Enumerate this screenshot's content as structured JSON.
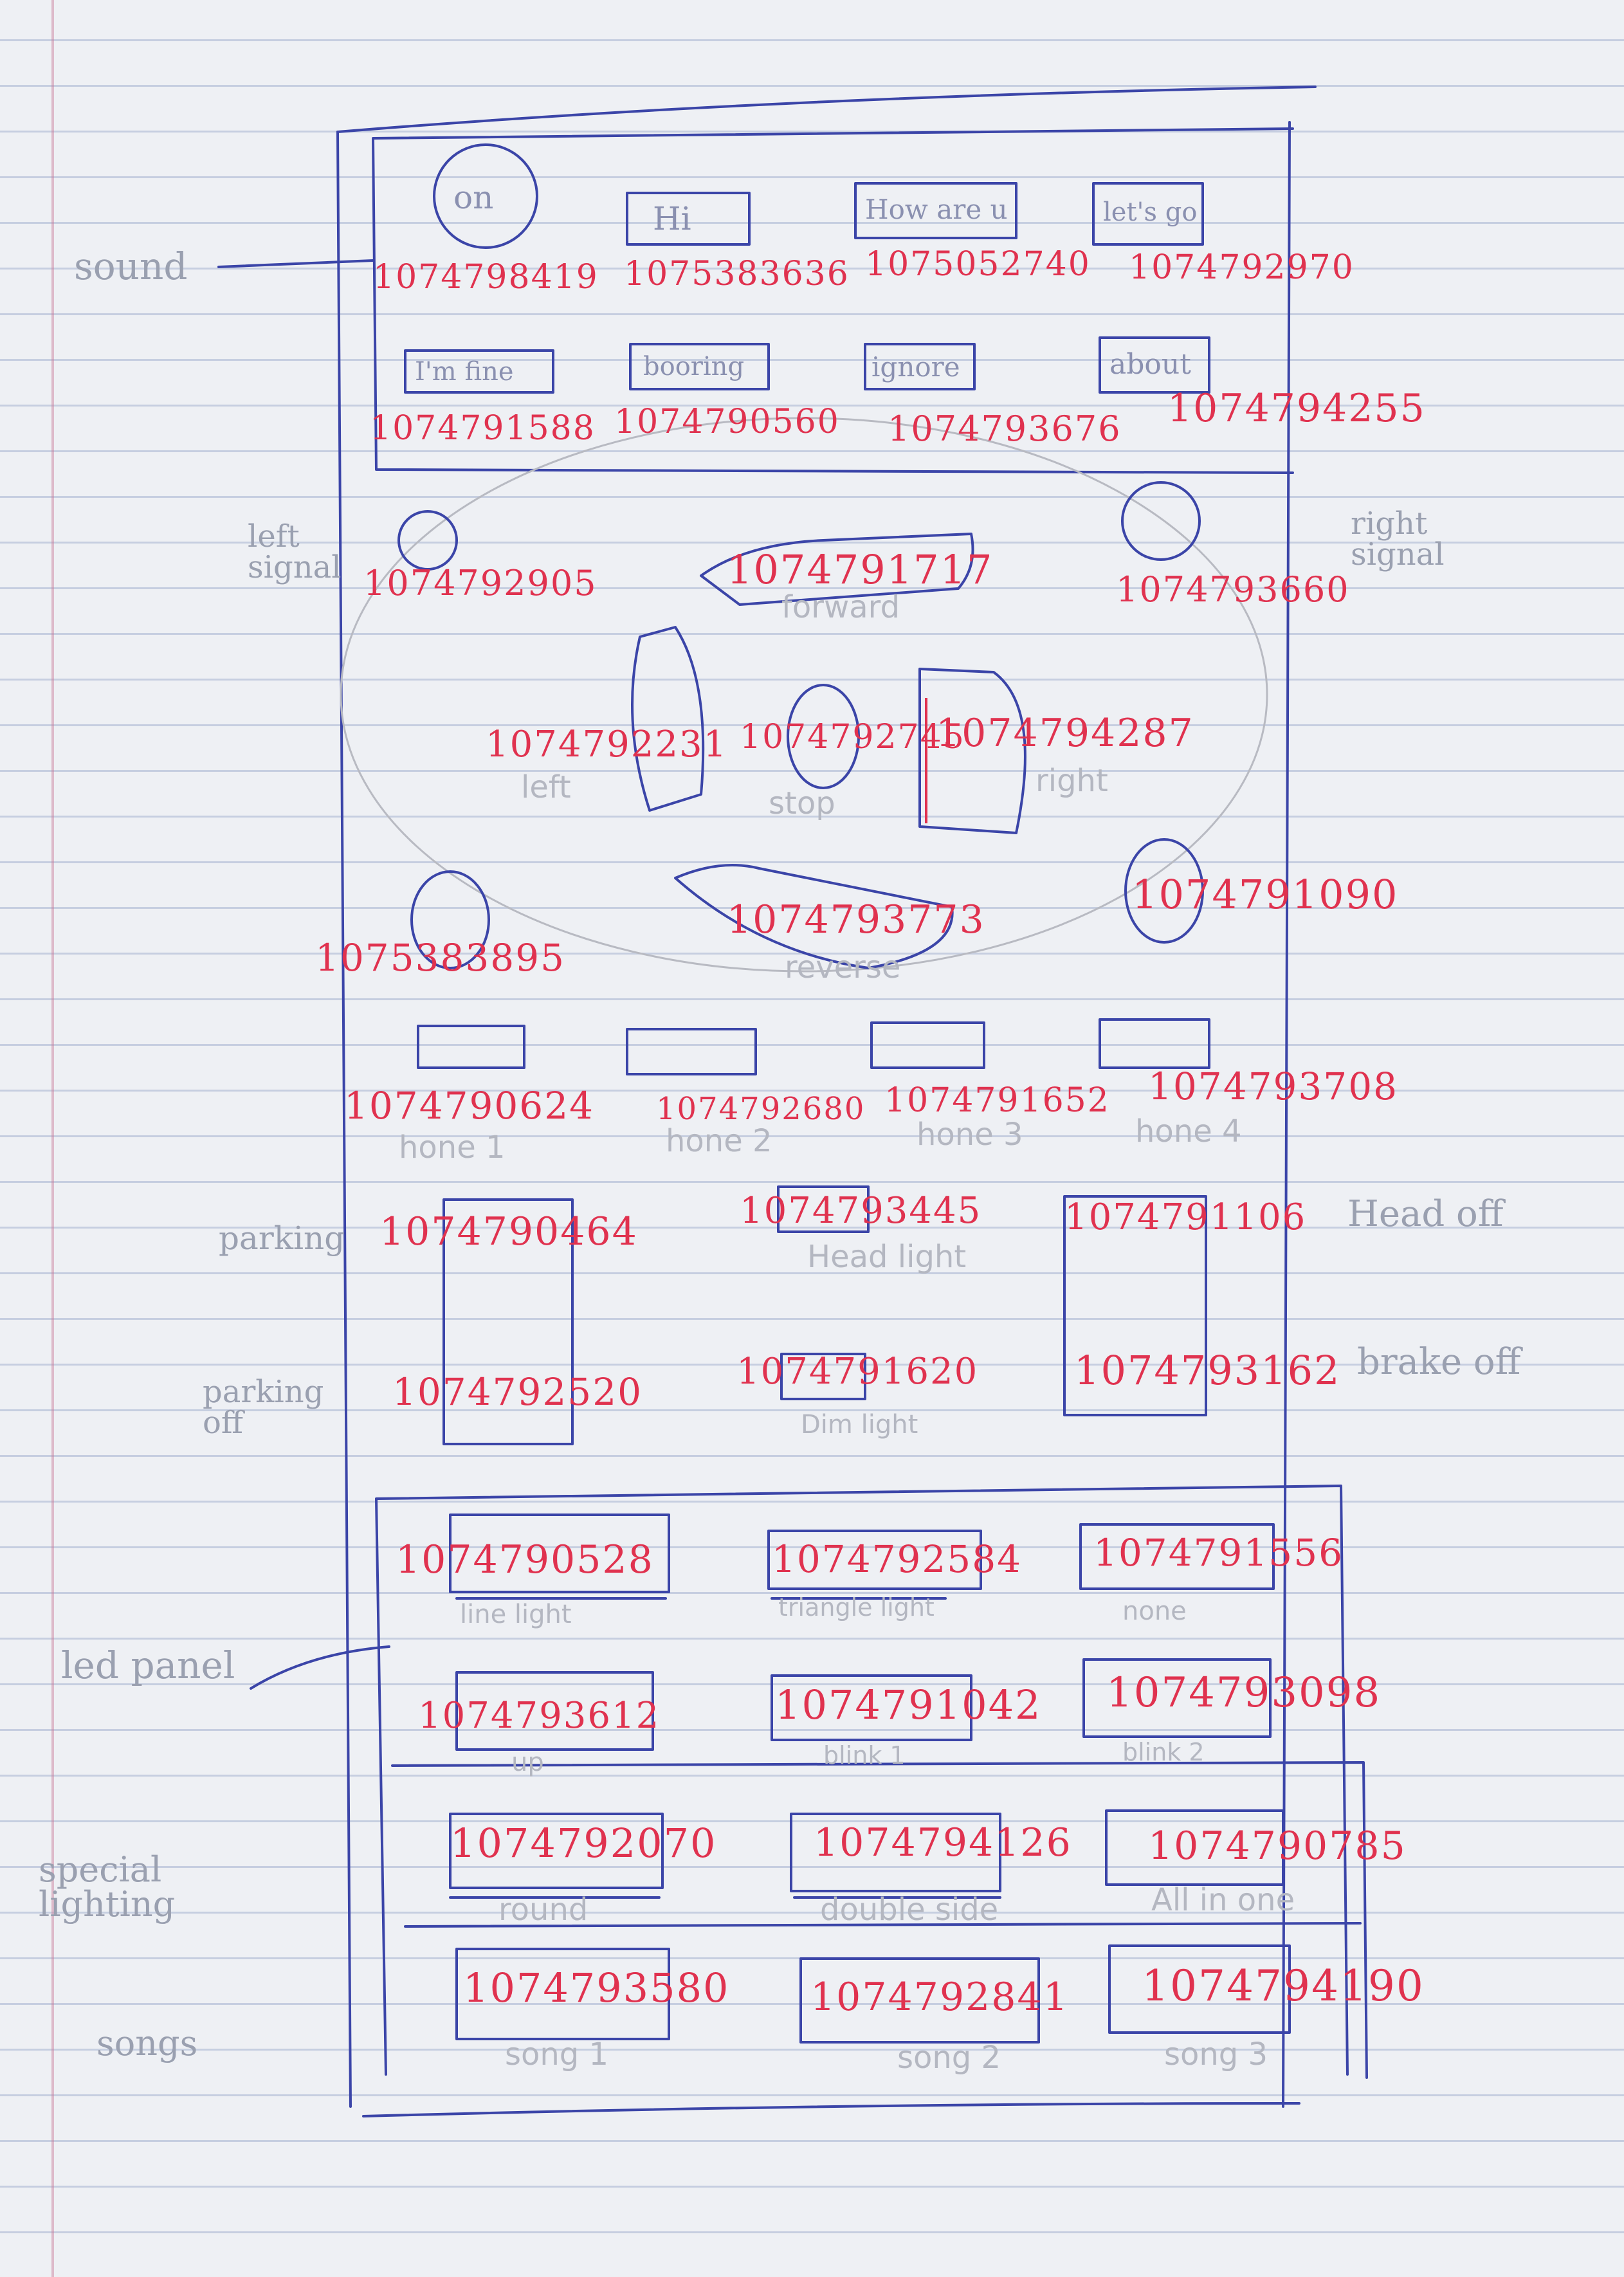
{
  "side_labels": {
    "sound": "sound",
    "left_signal": "left signal",
    "right_signal": "right signal",
    "parking": "parking",
    "parking_off": "parking off",
    "head_off": "Head off",
    "brake_off": "brake off",
    "led_panel": "led panel",
    "special_lighting": "special lighting",
    "songs": "songs"
  },
  "sound": [
    {
      "label": "on",
      "code": "1074798419"
    },
    {
      "label": "Hi",
      "code": "1075383636"
    },
    {
      "label": "How are u",
      "code": "1075052740"
    },
    {
      "label": "let's go",
      "code": "1074792970"
    },
    {
      "label": "I'm fine",
      "code": "1074791588"
    },
    {
      "label": "booring",
      "code": "1074790560"
    },
    {
      "label": "ignore",
      "code": "1074793676"
    },
    {
      "label": "about",
      "code": "1074794255"
    }
  ],
  "signals": {
    "left_code": "1074792905",
    "right_code": "1074793660"
  },
  "drive": {
    "forward": {
      "label": "forward",
      "code": "1074791717"
    },
    "left": {
      "label": "left",
      "code": "1074792231"
    },
    "stop": {
      "label": "stop",
      "code": "1074792745"
    },
    "right": {
      "label": "right",
      "code": "1074794287"
    },
    "reverse": {
      "label": "reverse",
      "code": "1074793773"
    }
  },
  "extra": {
    "left_code": "1075383895",
    "right_code": "1074791090"
  },
  "horns": [
    {
      "label": "hone 1",
      "code": "1074790624"
    },
    {
      "label": "hone 2",
      "code": "1074792680"
    },
    {
      "label": "hone 3",
      "code": "1074791652"
    },
    {
      "label": "hone 4",
      "code": "1074793708"
    }
  ],
  "lights": {
    "parking_code": "1074790464",
    "head_light": {
      "label": "Head light",
      "code": "1074793445"
    },
    "head_off_code": "1074791106",
    "parking_off_code": "1074792520",
    "dim_light": {
      "label": "Dim light",
      "code": "1074791620"
    },
    "brake_off_code": "1074793162"
  },
  "led_panel": [
    {
      "label": "line light",
      "code": "1074790528"
    },
    {
      "label": "triangle light",
      "code": "1074792584"
    },
    {
      "label": "none",
      "code": "1074791556"
    },
    {
      "label": "up",
      "code": "1074793612"
    },
    {
      "label": "blink 1",
      "code": "1074791042"
    },
    {
      "label": "blink 2",
      "code": "1074793098"
    }
  ],
  "special_lighting": [
    {
      "label": "round",
      "code": "1074792070"
    },
    {
      "label": "double side",
      "code": "1074794126"
    },
    {
      "label": "All in one",
      "code": "1074790785"
    }
  ],
  "songs": [
    {
      "label": "song 1",
      "code": "1074793580"
    },
    {
      "label": "song 2",
      "code": "1074792841"
    },
    {
      "label": "song 3",
      "code": "1074794190"
    }
  ],
  "colors": {
    "paper": "#eef0f4",
    "rule_line": "#96a5c8",
    "margin_line": "#c87896",
    "pen_blue": "#3b45a8",
    "pen_red": "#e0324f",
    "pencil": "#b8bac2"
  }
}
